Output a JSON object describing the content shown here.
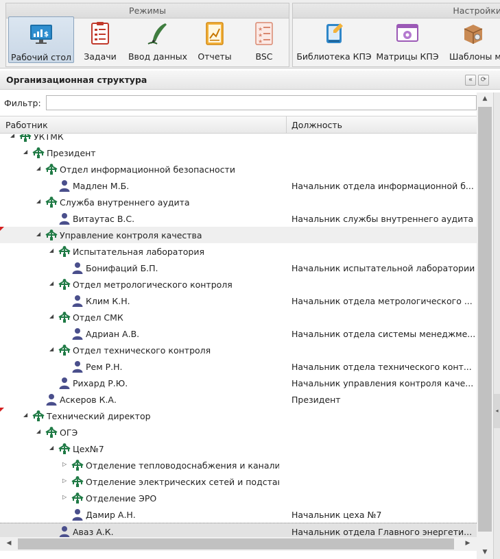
{
  "ribbon": {
    "groups": [
      {
        "title": "Режимы"
      },
      {
        "title": "Настройки"
      }
    ],
    "buttons": [
      {
        "label": "Рабочий стол",
        "icon": "dashboard-icon"
      },
      {
        "label": "Задачи",
        "icon": "tasks-icon"
      },
      {
        "label": "Ввод данных",
        "icon": "data-entry-icon"
      },
      {
        "label": "Отчеты",
        "icon": "reports-icon"
      },
      {
        "label": "BSC",
        "icon": "bsc-icon"
      },
      {
        "label": "Библиотека КПЭ",
        "icon": "kpi-library-icon"
      },
      {
        "label": "Матрицы КПЭ",
        "icon": "kpi-matrix-icon"
      },
      {
        "label": "Шаблоны ма",
        "icon": "templates-icon"
      }
    ]
  },
  "panel": {
    "title": "Организационная структура",
    "collapse_icon": "double-chevron-left-icon",
    "refresh_icon": "refresh-icon"
  },
  "filter": {
    "label": "Фильтр:",
    "value": "",
    "placeholder": ""
  },
  "grid": {
    "columns": [
      "Работник",
      "Должность"
    ],
    "rows": [
      {
        "name": "УКТМК",
        "position": "",
        "type": "org",
        "level": 0,
        "toggle": "expanded"
      },
      {
        "name": "Президент",
        "position": "",
        "type": "org",
        "level": 1,
        "toggle": "expanded"
      },
      {
        "name": "Отдел информационной безопасности",
        "position": "",
        "type": "org",
        "level": 2,
        "toggle": "expanded"
      },
      {
        "name": "Мадлен М.Б.",
        "position": "Начальник отдела информационной безопасности",
        "type": "person",
        "level": 3,
        "toggle": "none"
      },
      {
        "name": "Служба внутреннего аудита",
        "position": "",
        "type": "org",
        "level": 2,
        "toggle": "expanded"
      },
      {
        "name": "Витаутас В.С.",
        "position": "Начальник службы внутреннего аудита",
        "type": "person",
        "level": 3,
        "toggle": "none"
      },
      {
        "name": "Управление контроля качества",
        "position": "",
        "type": "org",
        "level": 2,
        "toggle": "expanded",
        "flag": true,
        "alt": true
      },
      {
        "name": "Испытательная лаборатория",
        "position": "",
        "type": "org",
        "level": 3,
        "toggle": "expanded"
      },
      {
        "name": "Бонифаций Б.П.",
        "position": "Начальник испытательной лаборатории",
        "type": "person",
        "level": 4,
        "toggle": "none"
      },
      {
        "name": "Отдел метрологического контроля",
        "position": "",
        "type": "org",
        "level": 3,
        "toggle": "expanded"
      },
      {
        "name": "Клим К.Н.",
        "position": "Начальник отдела метрологического контроля",
        "type": "person",
        "level": 4,
        "toggle": "none"
      },
      {
        "name": "Отдел СМК",
        "position": "",
        "type": "org",
        "level": 3,
        "toggle": "expanded"
      },
      {
        "name": "Адриан А.В.",
        "position": "Начальник отдела системы менеджмента качества",
        "type": "person",
        "level": 4,
        "toggle": "none"
      },
      {
        "name": "Отдел технического контроля",
        "position": "",
        "type": "org",
        "level": 3,
        "toggle": "expanded"
      },
      {
        "name": "Рем Р.Н.",
        "position": "Начальник отдела технического контроля",
        "type": "person",
        "level": 4,
        "toggle": "none"
      },
      {
        "name": "Рихард Р.Ю.",
        "position": "Начальник управления контроля качества",
        "type": "person",
        "level": 3,
        "toggle": "none"
      },
      {
        "name": "Аскеров К.А.",
        "position": "Президент",
        "type": "person",
        "level": 2,
        "toggle": "none"
      },
      {
        "name": "Технический директор",
        "position": "",
        "type": "org",
        "level": 1,
        "toggle": "expanded",
        "flag": true
      },
      {
        "name": "ОГЭ",
        "position": "",
        "type": "org",
        "level": 2,
        "toggle": "expanded"
      },
      {
        "name": "Цех№7",
        "position": "",
        "type": "org",
        "level": 3,
        "toggle": "expanded"
      },
      {
        "name": "Отделение тепловодоснабжения и канализации",
        "position": "",
        "type": "org",
        "level": 4,
        "toggle": "collapsed"
      },
      {
        "name": "Отделение электрических сетей и подстанций",
        "position": "",
        "type": "org",
        "level": 4,
        "toggle": "collapsed"
      },
      {
        "name": "Отделение ЭРО",
        "position": "",
        "type": "org",
        "level": 4,
        "toggle": "collapsed"
      },
      {
        "name": "Дамир А.Н.",
        "position": "Начальник цеха №7",
        "type": "person",
        "level": 4,
        "toggle": "none"
      },
      {
        "name": "Аваз А.К.",
        "position": "Начальник отдела Главного энергетика - Главный энергетик",
        "type": "person",
        "level": 3,
        "toggle": "none",
        "selected": true
      }
    ]
  },
  "colors": {
    "org_icon": "#1f7a45",
    "person_icon": "#4a4f8c",
    "flag": "#d42020"
  }
}
